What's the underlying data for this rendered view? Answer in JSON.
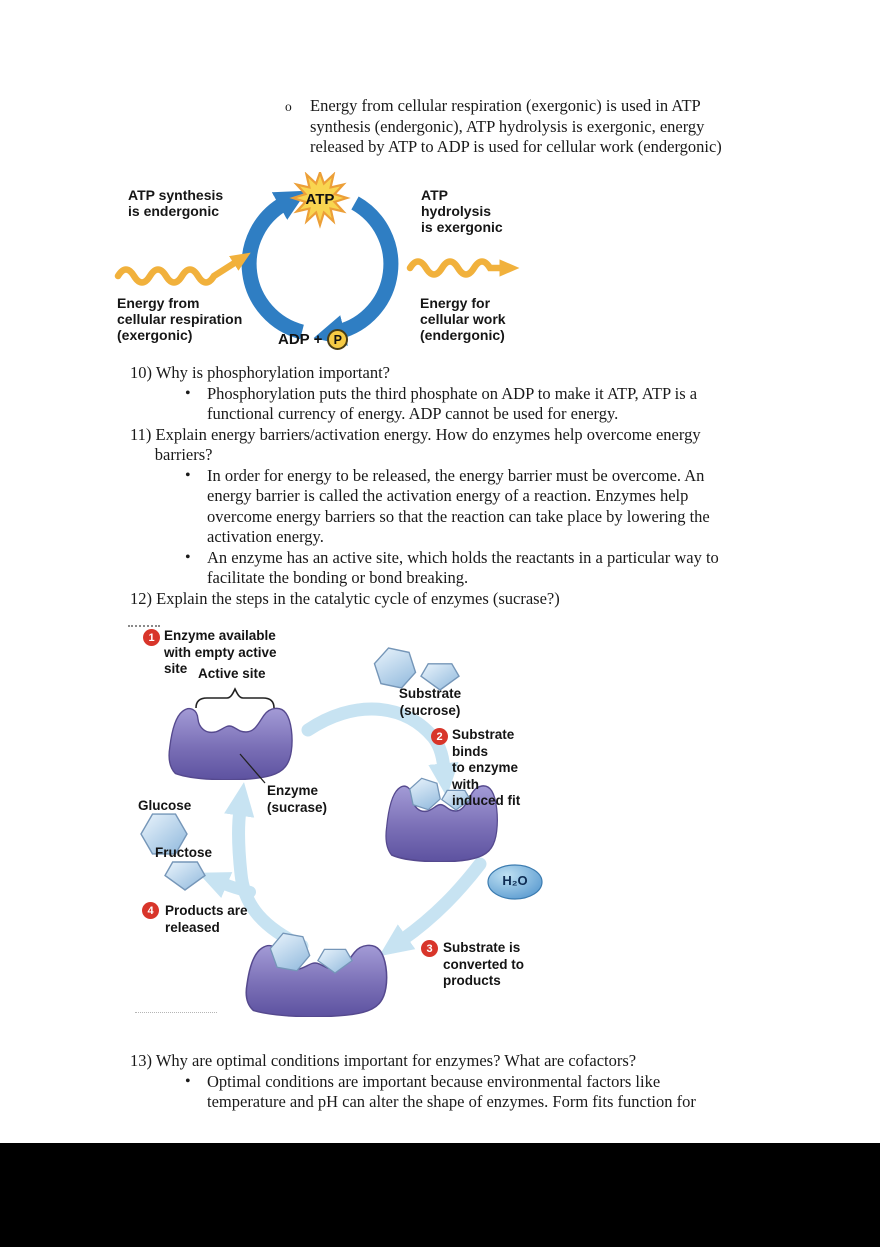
{
  "marks": {
    "circle_bullet": "o",
    "list_bullet": "•"
  },
  "intro": {
    "text": "Energy from cellular respiration (exergonic) is used in ATP\nsynthesis (endergonic), ATP hydrolysis is exergonic, energy\nreleased by ATP to ADP is used for cellular work (endergonic)"
  },
  "questions": {
    "q10": {
      "line": "10) Why is phosphorylation important?",
      "a1": "Phosphorylation puts the third phosphate on ADP to make it ATP, ATP is a\nfunctional currency of energy. ADP cannot be used for energy."
    },
    "q11": {
      "line": "11) Explain energy barriers/activation energy. How do enzymes help overcome energy\n      barriers?",
      "a1": "In order for energy to be released, the energy barrier must be overcome. An\nenergy barrier is called the activation energy of a reaction. Enzymes help\novercome energy barriers so that the reaction can take place by lowering the\nactivation energy.",
      "a2": "An enzyme has an active site, which holds the reactants in a particular way to\nfacilitate the bonding or bond breaking."
    },
    "q12": {
      "line": "12) Explain the steps in the catalytic cycle of enzymes (sucrase?)"
    },
    "q13": {
      "line": "13) Why are optimal conditions important for enzymes? What are cofactors?",
      "a1": "Optimal conditions are important because environmental factors like\ntemperature and pH can alter the shape of enzymes. Form fits function for"
    }
  },
  "atp_figure": {
    "synthesis_label": "ATP synthesis\nis endergonic",
    "hydrolysis_label": "ATP hydrolysis\nis exergonic",
    "atp": "ATP",
    "energy_in_label": "Energy from\ncellular respiration\n(exergonic)",
    "energy_out_label": "Energy for\ncellular work\n(endergonic)",
    "adp_label": "ADP +",
    "phosphate": "P"
  },
  "enzyme_figure": {
    "step1_num": "1",
    "step1": "Enzyme available\nwith empty active\nsite",
    "active_site": "Active site",
    "substrate": "Substrate\n(sucrose)",
    "step2_num": "2",
    "step2": "Substrate binds\nto enzyme with\ninduced fit",
    "enzyme": "Enzyme\n(sucrase)",
    "glucose": "Glucose",
    "fructose": "Fructose",
    "step4_num": "4",
    "step4": "Products are\nreleased",
    "water": "H₂O",
    "step3_num": "3",
    "step3": "Substrate is\nconverted to\nproducts"
  },
  "colors": {
    "cycle_arrow_blue": "#2F7EC3",
    "energy_wave_yellow": "#F1B13C",
    "starburst_yellow": "#F9D550",
    "enzyme_purple": "#7A6FB6",
    "process_arrow_blue": "#C7E3F2",
    "step_badge_red": "#D8352A",
    "substrate_blue": "#AFCEE9",
    "page_background": "#FFFFFF",
    "bottom_band": "#000000"
  }
}
